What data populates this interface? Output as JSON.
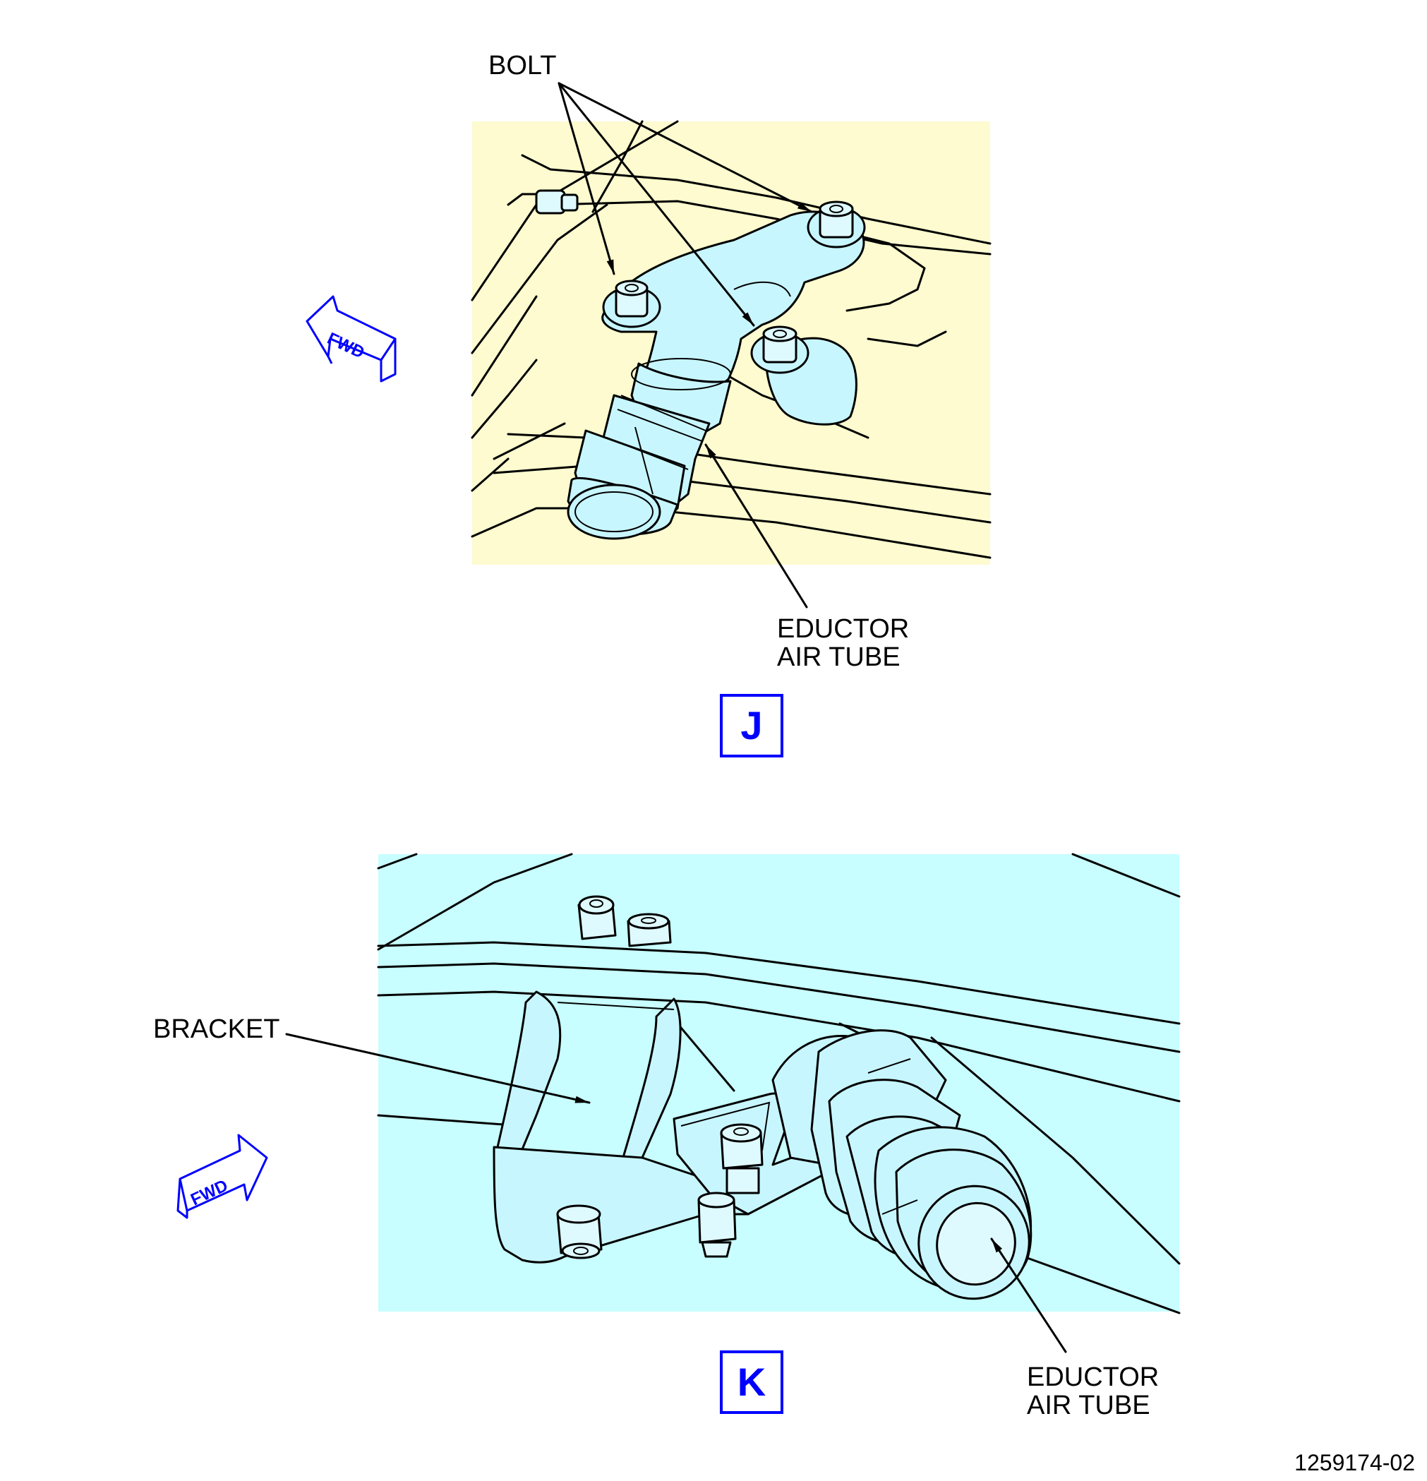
{
  "figure_number": "1259174-02",
  "view_j": {
    "view_label": "J",
    "fwd_label": "FWD",
    "callouts": {
      "bolt": "BOLT",
      "eductor_line1": "EDUCTOR",
      "eductor_line2": "AIR TUBE"
    },
    "colors": {
      "background": "#fdfbcf",
      "part": "#c8f6ff"
    }
  },
  "view_k": {
    "view_label": "K",
    "fwd_label": "FWD",
    "callouts": {
      "bracket": "BRACKET",
      "eductor_line1": "EDUCTOR",
      "eductor_line2": "AIR TUBE"
    },
    "colors": {
      "background": "#c8feff"
    }
  },
  "colors": {
    "view_label": "#0000ff",
    "line": "#000000"
  }
}
